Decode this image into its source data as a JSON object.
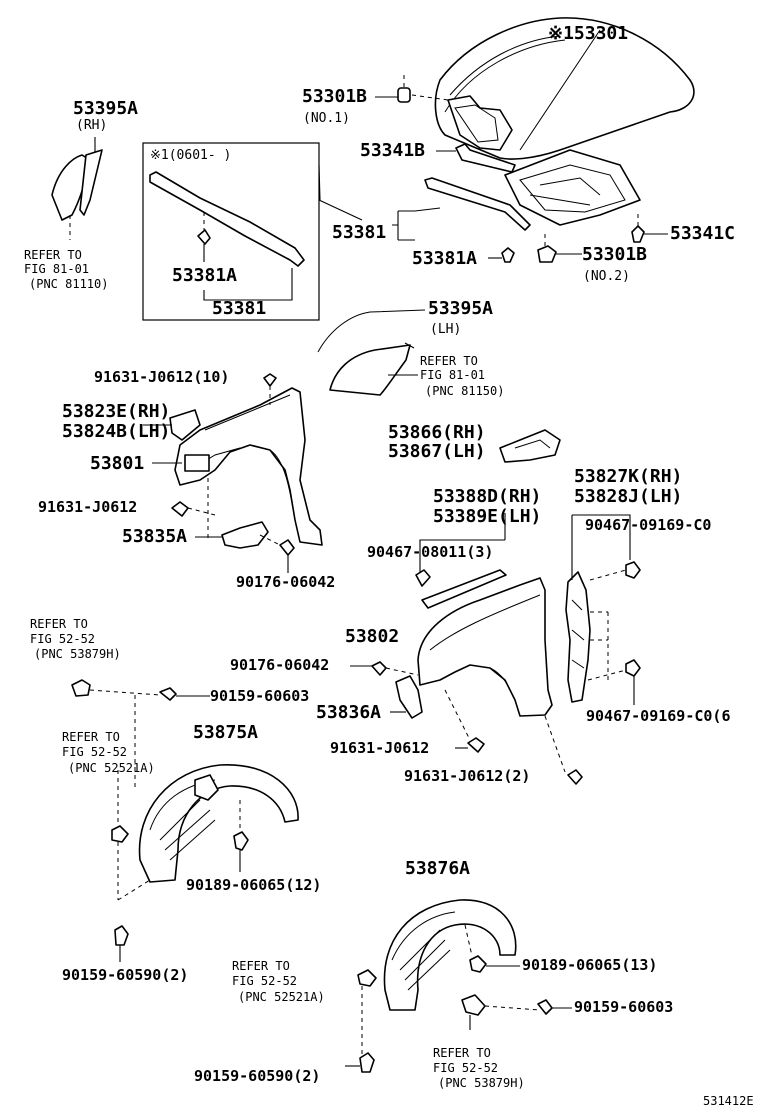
{
  "labels": {
    "hood": "※153301",
    "hood_stop_1": "53301B",
    "hood_stop_1_no": "(NO.1)",
    "seal_front": "53341B",
    "seal_rear": "53341C",
    "hood_stop_2": "53301B",
    "hood_stop_2_no": "(NO.2)",
    "seal_bar_group": "53381",
    "seal_bar_clip": "53381A",
    "molding_rh": "53395A",
    "molding_rh_side": "(RH)",
    "refer_8101_a_1": "REFER TO",
    "refer_8101_a_2": "FIG 81-01",
    "refer_8101_a_3": "(PNC 81110)",
    "inset_title": "※1(0601-    )",
    "inset_clip": "53381A",
    "inset_group": "53381",
    "molding_lh": "53395A",
    "molding_lh_side": "(LH)",
    "refer_8101_b_1": "REFER TO",
    "refer_8101_b_2": "FIG 81-01",
    "refer_8101_b_3": "(PNC 81150)",
    "bolt_10": "91631-J0612(10)",
    "bracket_rh": "53823E(RH)",
    "bracket_lh": "53824B(LH)",
    "fender_rh": "53801",
    "bolt_rh": "91631-J0612",
    "support_rh": "53835A",
    "nut_rh": "90176-06042",
    "shield_rh": "53866(RH)",
    "shield_lh": "53867(LH)",
    "seal_rh": "53388D(RH)",
    "seal_lh": "53389E(LH)",
    "clip_seal": "90467-08011(3)",
    "cover_rh": "53827K(RH)",
    "cover_lh": "53828J(LH)",
    "clip_top": "90467-09169-C0",
    "clip_bottom": "90467-09169-C0(6",
    "fender_lh": "53802",
    "nut_lh": "90176-06042",
    "support_lh": "53836A",
    "bolt_lh": "91631-J0612",
    "bolt_lh_2": "91631-J0612(2)",
    "refer_5252_a_1": "REFER TO",
    "refer_5252_a_2": "FIG 52-52",
    "refer_5252_a_3": "(PNC 53879H)",
    "screw_a": "90159-60603",
    "liner_rh": "53875A",
    "refer_5252_b_1": "REFER TO",
    "refer_5252_b_2": "FIG 52-52",
    "refer_5252_b_3": "(PNC 52521A)",
    "clip_12": "90189-06065(12)",
    "screw_b": "90159-60590(2)",
    "liner_lh": "53876A",
    "clip_13": "90189-06065(13)",
    "refer_5252_c_1": "REFER TO",
    "refer_5252_c_2": "FIG 52-52",
    "refer_5252_c_3": "(PNC 52521A)",
    "screw_c": "90159-60603",
    "refer_5252_d_1": "REFER TO",
    "refer_5252_d_2": "FIG 52-52",
    "refer_5252_d_3": "(PNC 53879H)",
    "screw_d": "90159-60590(2)",
    "figure_code": "531412E"
  }
}
